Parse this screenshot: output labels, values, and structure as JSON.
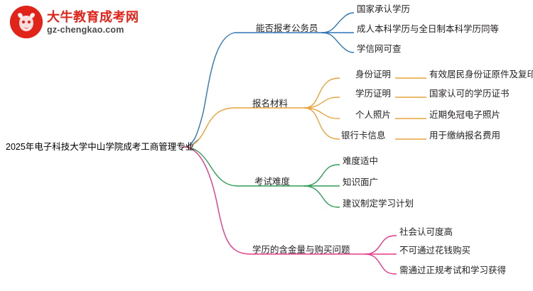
{
  "logo": {
    "badge_icon": "bull-head-icon",
    "brand_cn": "大牛教育成考网",
    "brand_url": "gz-chengkao.com",
    "brand_color": "#e2231a",
    "url_color": "#4a4a4a"
  },
  "mindmap": {
    "root": {
      "label": "2025年电子科技大学中山学院成考工商管理专业"
    },
    "branches": [
      {
        "label": "能否报考公务员",
        "color": "#2e75b6",
        "children": [
          {
            "label": "国家承认学历"
          },
          {
            "label": "成人本科学历与全日制本科学历同等"
          },
          {
            "label": "学信网可查"
          }
        ]
      },
      {
        "label": "报名材料",
        "color": "#e8a33d",
        "children": [
          {
            "label": "身份证明",
            "detail": "有效居民身份证原件及复印件"
          },
          {
            "label": "学历证明",
            "detail": "国家认可的学历证书"
          },
          {
            "label": "个人照片",
            "detail": "近期免冠电子照片"
          },
          {
            "label": "银行卡信息",
            "detail": "用于缴纳报名费用"
          }
        ]
      },
      {
        "label": "考试难度",
        "color": "#2e9e55",
        "children": [
          {
            "label": "难度适中"
          },
          {
            "label": "知识面广"
          },
          {
            "label": "建议制定学习计划"
          }
        ]
      },
      {
        "label": "学历的含金量与购买问题",
        "color": "#e8388a",
        "children": [
          {
            "label": "社会认可度高"
          },
          {
            "label": "不可通过花钱购买"
          },
          {
            "label": "需通过正规考试和学习获得"
          }
        ]
      }
    ]
  }
}
